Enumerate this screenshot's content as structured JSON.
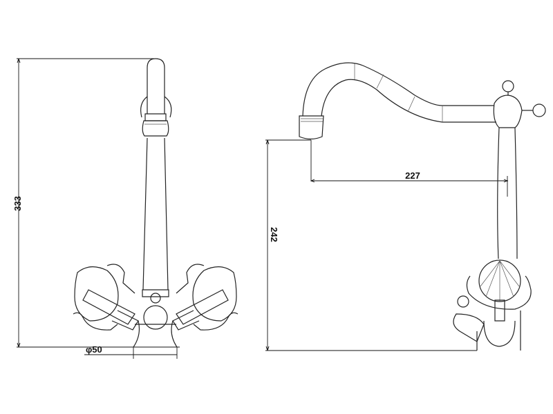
{
  "drawing": {
    "front_view": {
      "height_label": "333",
      "diameter_label": "φ50"
    },
    "side_view": {
      "spout_height_label": "242",
      "spout_reach_label": "227"
    },
    "line_color": "#222222",
    "background": "#ffffff"
  }
}
